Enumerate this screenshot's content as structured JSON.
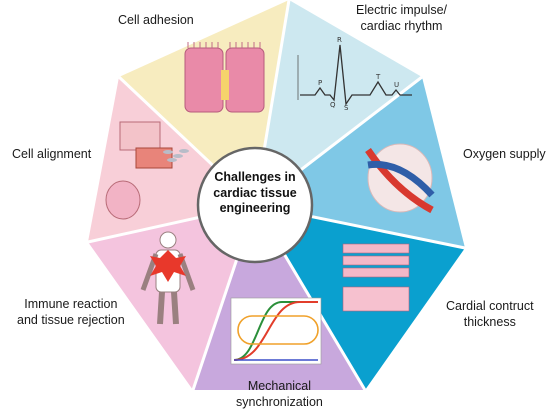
{
  "center": {
    "lines": [
      "Challenges in",
      "cardiac tissue",
      "engineering"
    ]
  },
  "segments": [
    {
      "id": "cell-adhesion",
      "lines": [
        "Cell adhesion"
      ],
      "color": "#f7ecbf"
    },
    {
      "id": "electric-impulse",
      "lines": [
        "Electric impulse/",
        "cardiac rhythm"
      ],
      "color": "#cde8f0"
    },
    {
      "id": "oxygen-supply",
      "lines": [
        "Oxygen supply"
      ],
      "color": "#7fc8e6"
    },
    {
      "id": "cardial-contruct-thickness",
      "lines": [
        "Cardial contruct",
        "thickness"
      ],
      "color": "#0aa0cf"
    },
    {
      "id": "mechanical-synchronization",
      "lines": [
        "Mechanical",
        "synchronization"
      ],
      "color": "#c8a8dd"
    },
    {
      "id": "immune-reaction",
      "lines": [
        "Immune reaction",
        "and tissue rejection"
      ],
      "color": "#f4c4de"
    },
    {
      "id": "cell-alignment",
      "lines": [
        "Cell alignment"
      ],
      "color": "#f8cfd8"
    }
  ],
  "ecg": {
    "wave_labels": [
      "P",
      "Q",
      "R",
      "S",
      "T",
      "U"
    ]
  },
  "icons": [
    "cells-icon",
    "ecg-icon",
    "blood-vessel-icon",
    "tissue-layers-icon",
    "sync-curves-icon",
    "human-body-icon",
    "heart-fibers-icon"
  ]
}
